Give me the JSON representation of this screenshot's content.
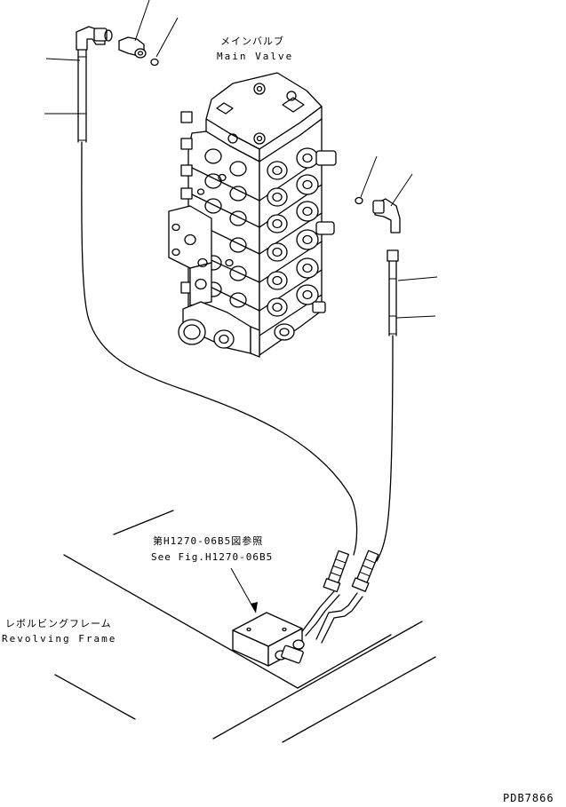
{
  "labels": {
    "main_valve_jp": "メインバルブ",
    "main_valve_en": "Main Valve",
    "see_fig_jp": "第H1270-06B5図参照",
    "see_fig_en": "See Fig.H1270-06B5",
    "revolving_frame_jp": "レボルビングフレーム",
    "revolving_frame_en": "Revolving Frame",
    "drawing_no": "PDB7866"
  }
}
